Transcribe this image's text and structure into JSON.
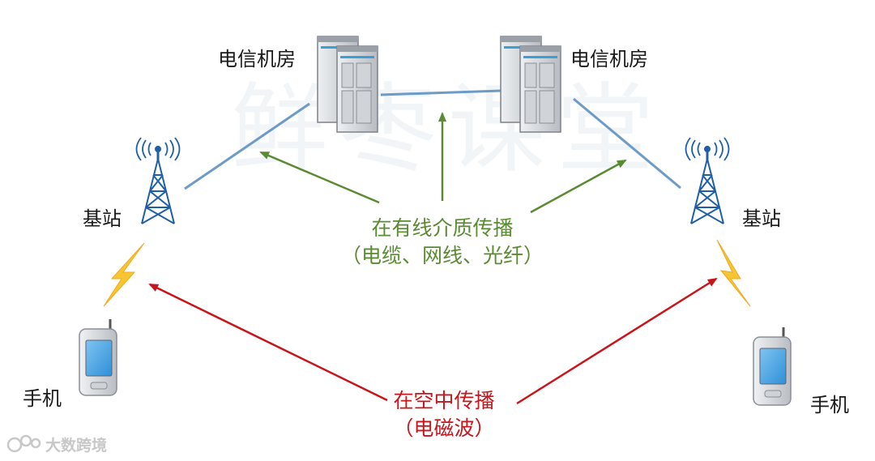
{
  "labels": {
    "datacenter_left": "电信机房",
    "datacenter_right": "电信机房",
    "base_station_left": "基站",
    "base_station_right": "基站",
    "phone_left": "手机",
    "phone_right": "手机"
  },
  "wired": {
    "line1": "在有线介质传播",
    "line2": "（电缆、网线、光纤）"
  },
  "wireless": {
    "line1": "在空中传播",
    "line2": "（电磁波）"
  },
  "watermark": "鲜枣课堂",
  "logo_text": "大数跨境",
  "colors": {
    "wired_arrow": "#5a8a32",
    "wireless_arrow": "#c8151b",
    "link_line": "#6c9bc8",
    "tower": "#1f5fa8"
  }
}
